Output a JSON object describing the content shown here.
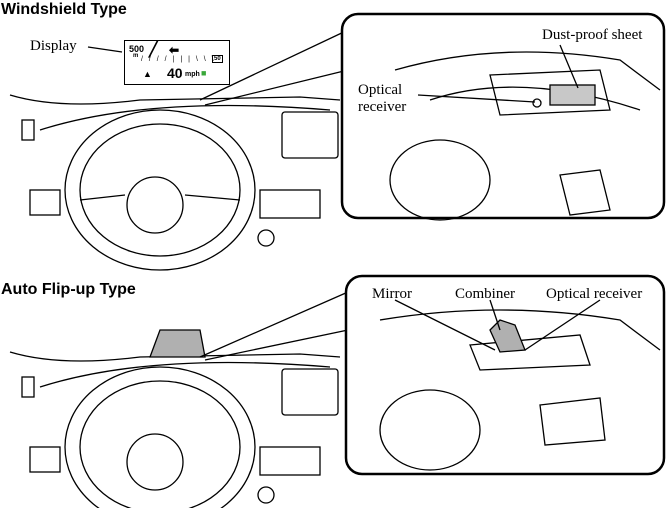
{
  "sections": [
    {
      "title": "Windshield Type",
      "labels": {
        "display": "Display",
        "dust_proof_sheet": "Dust-proof sheet",
        "optical_receiver": "Optical\nreceiver"
      }
    },
    {
      "title": "Auto Flip-up Type",
      "labels": {
        "mirror": "Mirror",
        "combiner": "Combiner",
        "optical_receiver": "Optical receiver"
      }
    }
  ],
  "hud_display": {
    "distance": "500",
    "distance_unit": "m",
    "speed_limit": "50",
    "speed": "40",
    "speed_unit": "mph"
  },
  "colors": {
    "sheet": "#c8c8c8",
    "combiner": "#b0b0b0",
    "hud_green": "#3aa83a"
  }
}
